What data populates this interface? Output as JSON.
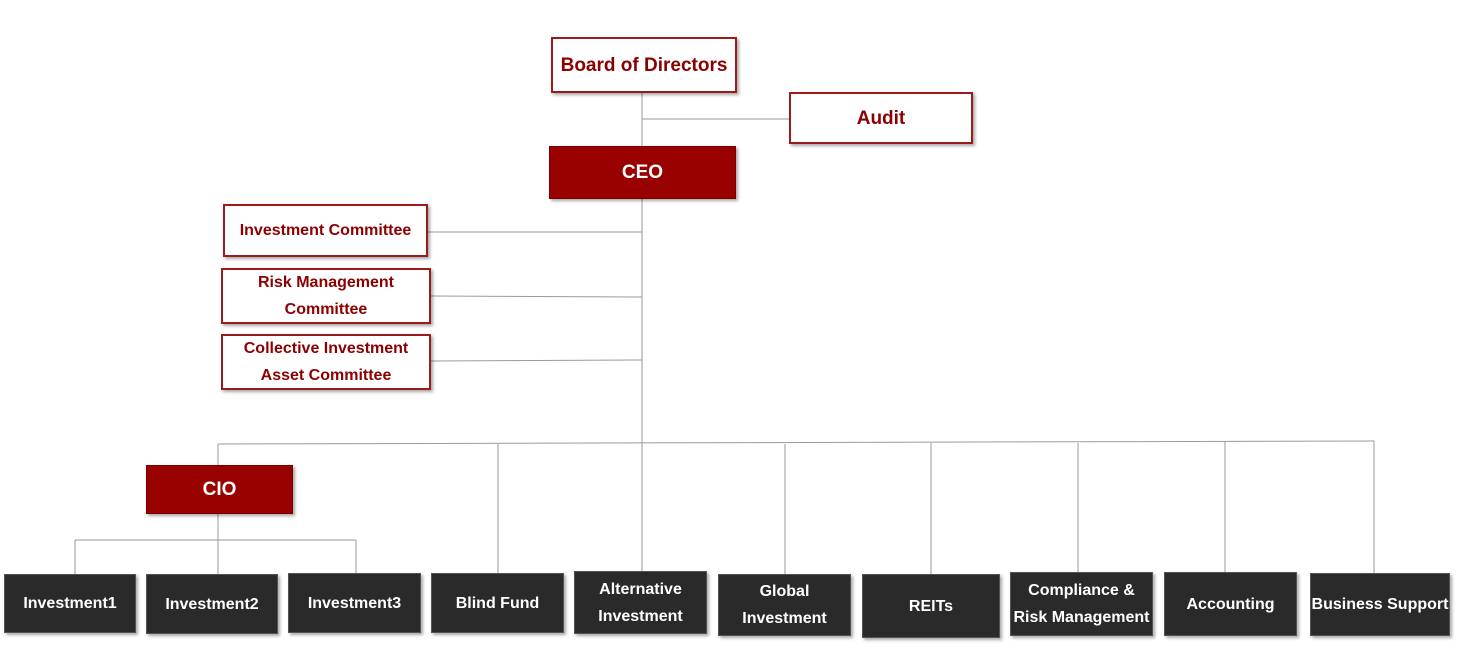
{
  "chart": {
    "board": "Board of Directors",
    "audit": "Audit",
    "ceo": "CEO",
    "committees": {
      "investment": "Investment Committee",
      "risk_line1": "Risk Management",
      "risk_line2": "Committee",
      "collective_line1": "Collective Investment",
      "collective_line2": "Asset Committee"
    },
    "cio": "CIO",
    "departments": {
      "investment1": "Investment1",
      "investment2": "Investment2",
      "investment3": "Investment3",
      "blind_fund": "Blind Fund",
      "alternative_line1": "Alternative",
      "alternative_line2": "Investment",
      "global_line1": "Global",
      "global_line2": "Investment",
      "reits": "REITs",
      "compliance_line1": "Compliance &",
      "compliance_line2": "Risk Management",
      "accounting": "Accounting",
      "business_support": "Business Support"
    }
  },
  "colors": {
    "accent": "#990000",
    "outline_text": "#8b0000",
    "department_box": "#2a2a2a",
    "connector": "#9a9a9a"
  }
}
